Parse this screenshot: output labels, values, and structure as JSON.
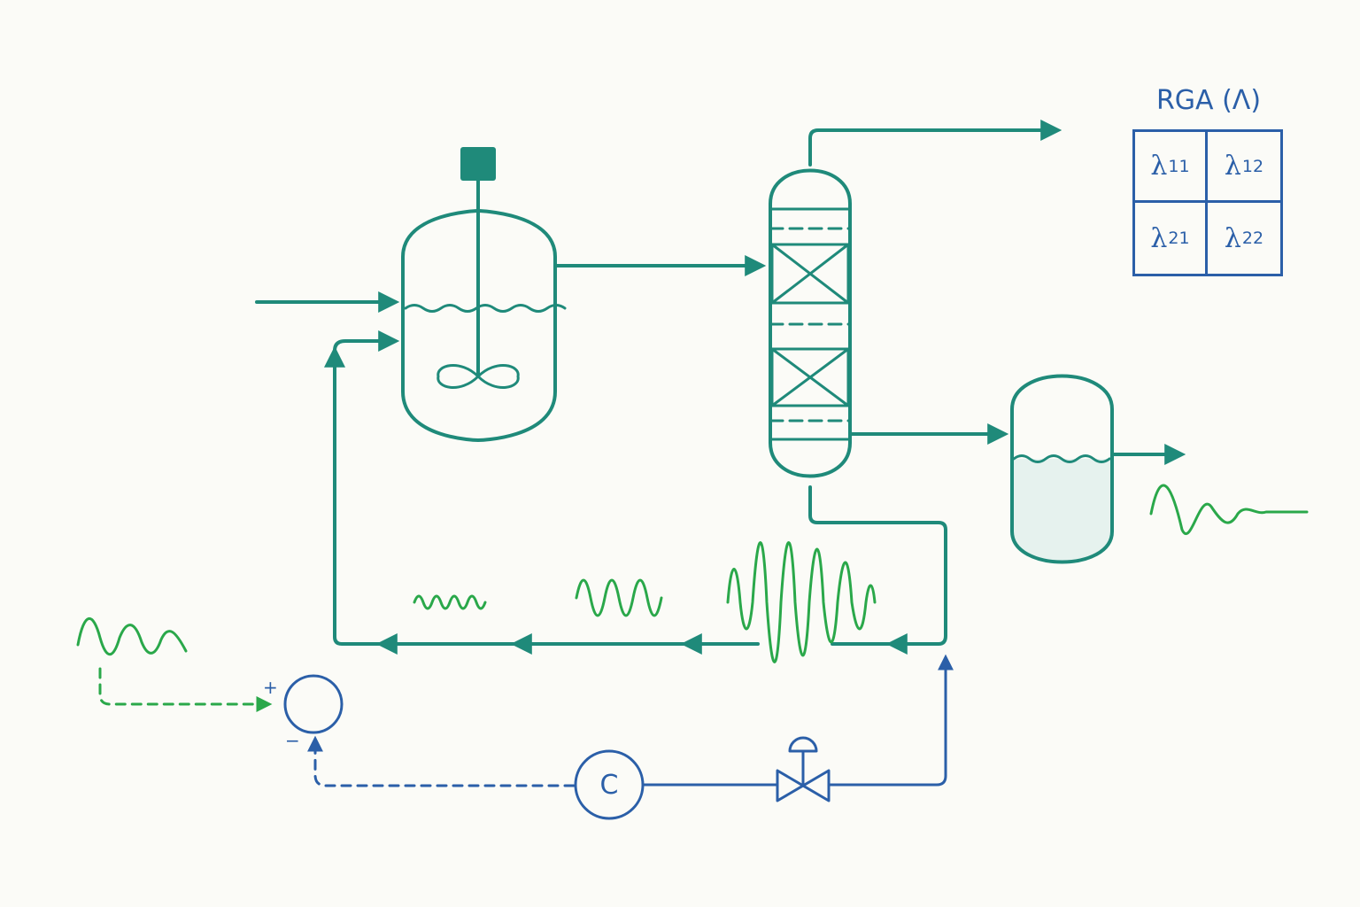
{
  "rga": {
    "title": "RGA (Λ)",
    "cells": [
      {
        "sym": "λ",
        "sub": "11"
      },
      {
        "sym": "λ",
        "sub": "12"
      },
      {
        "sym": "λ",
        "sub": "21"
      },
      {
        "sym": "λ",
        "sub": "22"
      }
    ]
  },
  "summing_junction": {
    "plus_sign": "+",
    "minus_sign": "−"
  },
  "controller": {
    "label": "C"
  },
  "colors": {
    "process_line": "#1f8a7a",
    "control_line": "#2b5fa8",
    "signal_wave": "#2aa84a",
    "background": "#fbfbf7",
    "tank_liquid": "#e6f2ee"
  },
  "icons": [
    "stirred-reactor-icon",
    "distillation-column-icon",
    "storage-tank-icon",
    "control-valve-icon",
    "controller-icon",
    "summing-junction-icon",
    "agitator-motor-icon"
  ]
}
